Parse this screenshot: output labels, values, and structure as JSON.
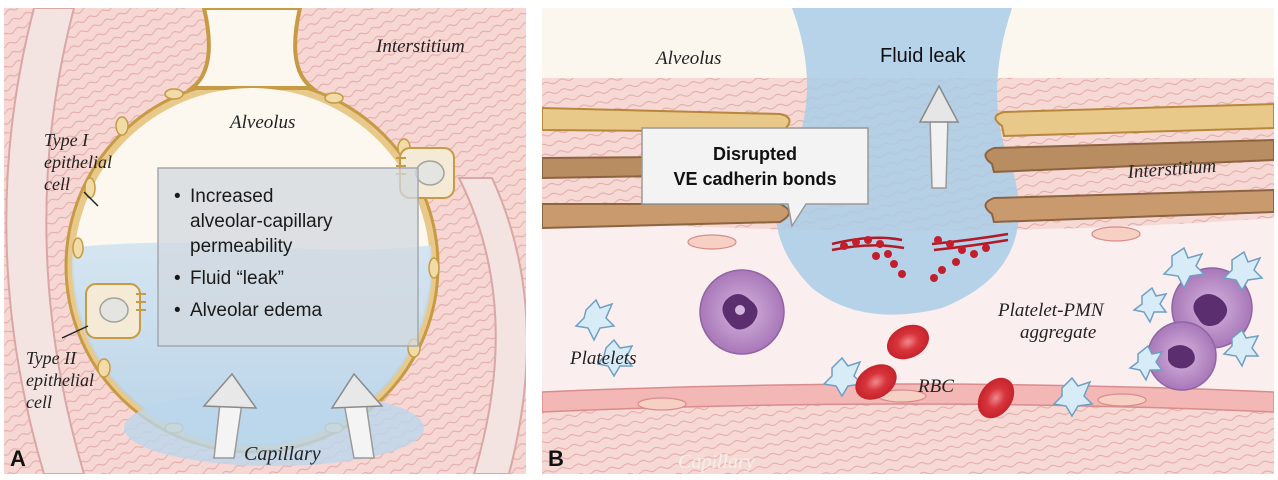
{
  "panel_a": {
    "letter": "A",
    "labels": {
      "interstitium": "Interstitium",
      "alveolus": "Alveolus",
      "type1": [
        "Type I",
        "epithelial",
        "cell"
      ],
      "type2": [
        "Type II",
        "epithelial",
        "cell"
      ],
      "capillary": "Capillary"
    },
    "callout": {
      "bullets": [
        [
          "Increased",
          "alveolar-capillary",
          "permeability"
        ],
        [
          "Fluid “leak”"
        ],
        [
          "Alveolar edema"
        ]
      ]
    }
  },
  "panel_b": {
    "letter": "B",
    "labels": {
      "alveolus": "Alveolus",
      "fluid_leak": "Fluid leak",
      "interstitium": "Interstitium",
      "platelet_pmn": [
        "Platelet-PMN",
        "aggregate"
      ],
      "platelets": "Platelets",
      "rbc": "RBC",
      "capillary": "Capillary"
    },
    "callout": {
      "lines": [
        "Disrupted",
        "VE cadherin bonds"
      ]
    }
  },
  "colors": {
    "tissue_pink": "#f2c9c6",
    "tissue_line": "#e3a3a1",
    "epithelium": "#e8c98a",
    "epithelium_edge": "#c79a45",
    "alveolus_fill": "#fdf8ef",
    "fluid_blue": "#b9d5ea",
    "rbc_red": "#d8343c",
    "pmn_purple": "#b98ac6",
    "bond_red": "#c41e2c",
    "platelet_blue": "#d8ecf7"
  }
}
